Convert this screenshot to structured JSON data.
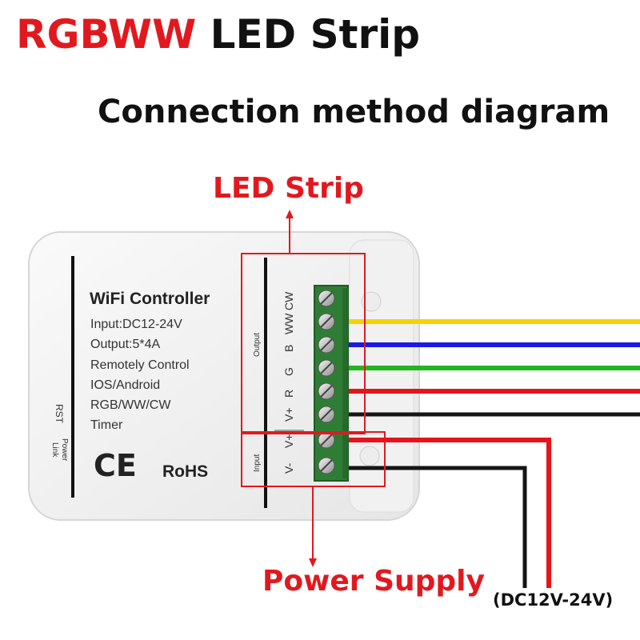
{
  "title": {
    "red": "RGBWW",
    "rest": "LED Strip"
  },
  "subtitle": "Connection method diagram",
  "labels": {
    "led_strip": "LED Strip",
    "power_supply": "Power Supply",
    "voltage": "(DC12V-24V)"
  },
  "controller": {
    "heading": "WiFi Controller",
    "specs": [
      "Input:DC12-24V",
      "Output:5*4A",
      "Remotely Control",
      "IOS/Android",
      "RGB/WW/CW",
      "Timer"
    ],
    "ce": "CE",
    "rohs": "RoHS",
    "rst": "RST",
    "power_link": "Power\nLink",
    "output_label": "Output",
    "input_label": "Input",
    "terminals": [
      "CW",
      "WW",
      "B",
      "G",
      "R",
      "V+",
      "V+",
      "V-"
    ]
  },
  "colors": {
    "accent_red": "#e1191f",
    "wire_yellow": "#f5d300",
    "wire_blue": "#1a1ae6",
    "wire_green": "#22b61e",
    "wire_red": "#e6141a",
    "wire_black": "#151515",
    "terminal_green": "#2f7d35"
  }
}
